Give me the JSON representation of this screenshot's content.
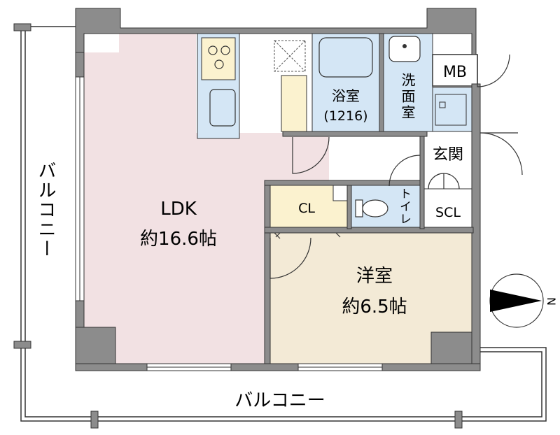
{
  "rooms": {
    "ldk": {
      "name": "LDK",
      "size": "約16.6帖"
    },
    "western": {
      "name": "洋室",
      "size": "約6.5帖"
    },
    "bath": {
      "name": "浴室",
      "size": "(1216)"
    },
    "washroom": {
      "name": "洗面室"
    },
    "toilet": {
      "name": "トイレ"
    },
    "entrance": {
      "name": "玄関"
    },
    "closet": {
      "name": "CL"
    },
    "shoe_closet": {
      "name": "SCL"
    },
    "meter_box": {
      "name": "MB"
    },
    "balcony_side": {
      "name": "バルコニー"
    },
    "balcony_bottom": {
      "name": "バルコニー"
    }
  },
  "compass": {
    "direction": "N"
  },
  "colors": {
    "wall": "#8c8c8c",
    "ldk_floor": "#f2e1e3",
    "western_floor": "#f3ead6",
    "closet_floor": "#fbf2cf",
    "wet_area": "#d4e6f5",
    "kitchen_counter": "#fbf2cf",
    "line": "#333333"
  }
}
